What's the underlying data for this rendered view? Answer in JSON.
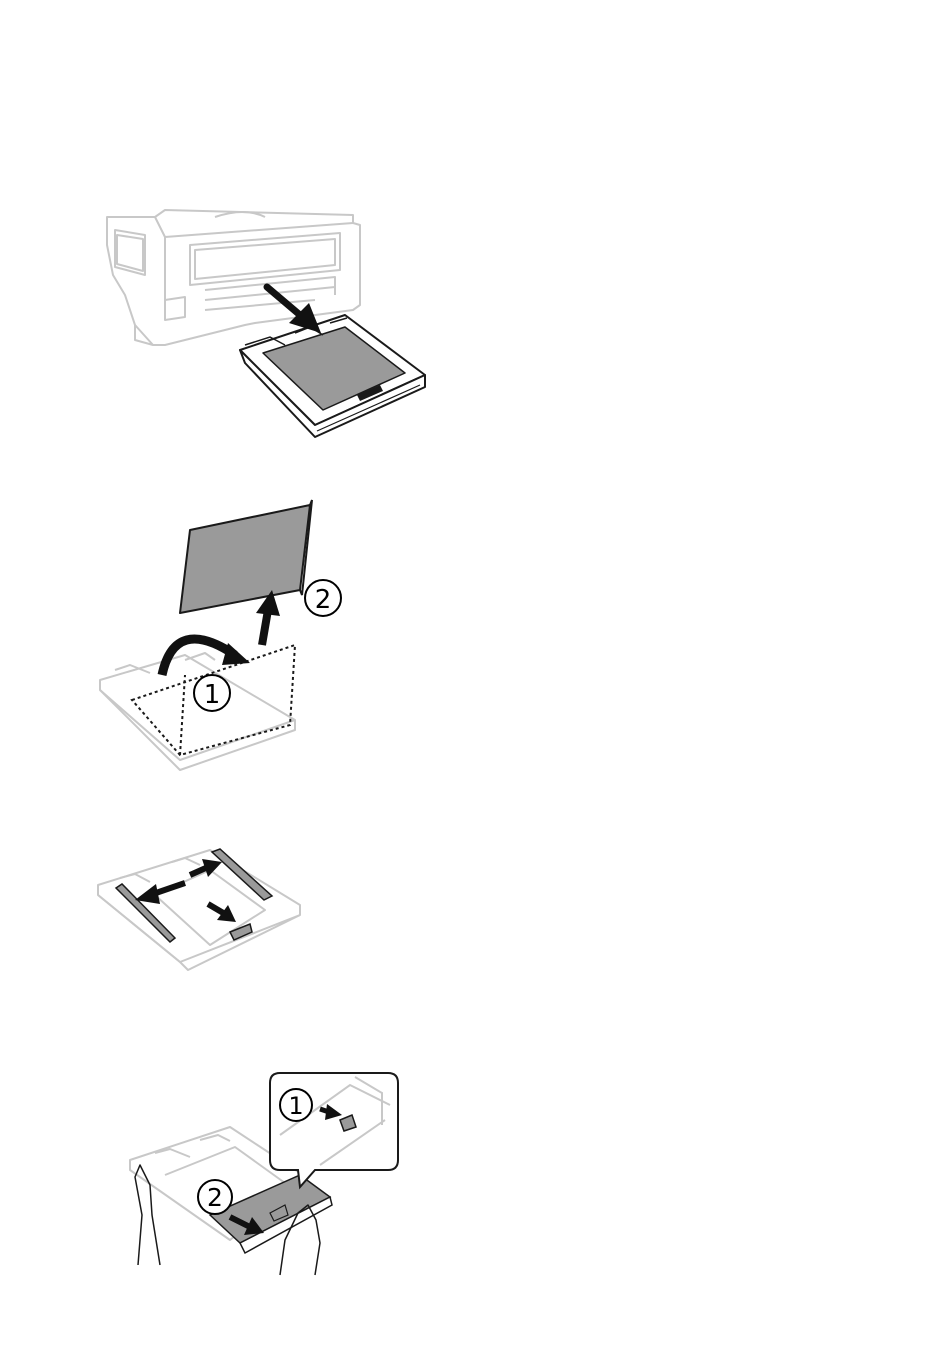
{
  "steps": [
    {
      "id": "pull-out-cassette"
    },
    {
      "id": "remove-cover",
      "callouts": [
        "1",
        "2"
      ]
    },
    {
      "id": "slide-edge-guides"
    },
    {
      "id": "extend-cassette",
      "callouts": [
        "1",
        "2"
      ]
    }
  ],
  "colors": {
    "outline_light": "#c8c8c8",
    "outline_dark": "#1a1a1a",
    "fill_gray": "#9a9a9a",
    "arrow": "#111111"
  }
}
